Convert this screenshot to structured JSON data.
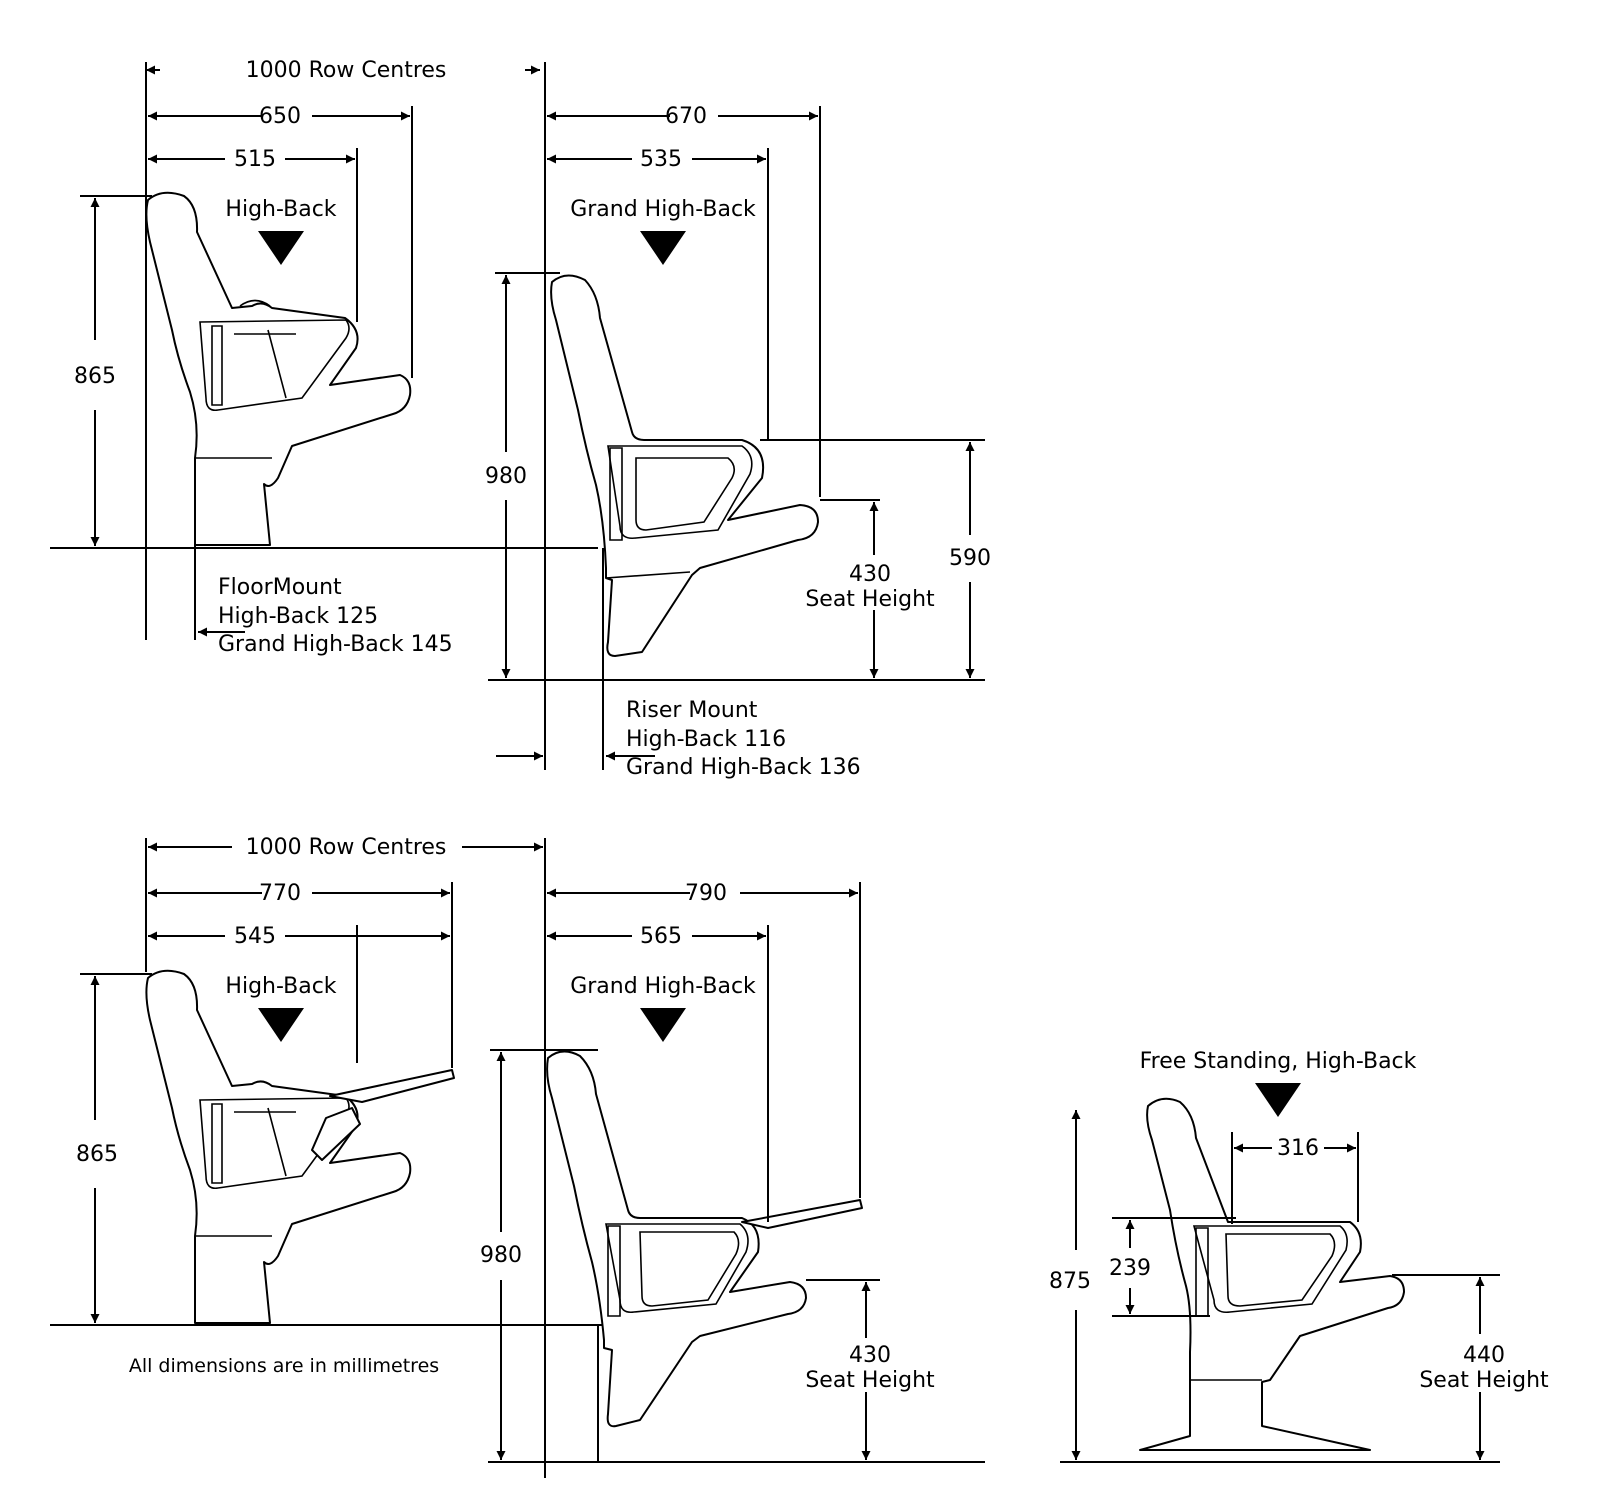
{
  "top": {
    "row_centres": "1000 Row Centres",
    "hb_overall": "650",
    "hb_arm": "515",
    "hb_label": "High-Back",
    "hb_height": "865",
    "floormount_title": "FloorMount",
    "floormount_hb": "High-Back 125",
    "floormount_ghb": "Grand High-Back 145",
    "ghb_overall": "670",
    "ghb_arm": "535",
    "ghb_label": "Grand High-Back",
    "ghb_height": "980",
    "seat_height_value": "430",
    "seat_height_label": "Seat Height",
    "arm_height": "590",
    "riser_title": "Riser Mount",
    "riser_hb": "High-Back 116",
    "riser_ghb": "Grand High-Back 136"
  },
  "bottom": {
    "row_centres": "1000 Row Centres",
    "hb_overall": "770",
    "hb_arm": "545",
    "hb_label": "High-Back",
    "hb_height": "865",
    "ghb_overall": "790",
    "ghb_arm": "565",
    "ghb_label": "Grand High-Back",
    "ghb_height": "980",
    "seat_height_value": "430",
    "seat_height_label": "Seat Height",
    "note": "All dimensions are in millimetres"
  },
  "freestanding": {
    "label": "Free Standing, High-Back",
    "arm_depth": "316",
    "arm_height": "239",
    "height": "875",
    "seat_height_value": "440",
    "seat_height_label": "Seat Height"
  }
}
